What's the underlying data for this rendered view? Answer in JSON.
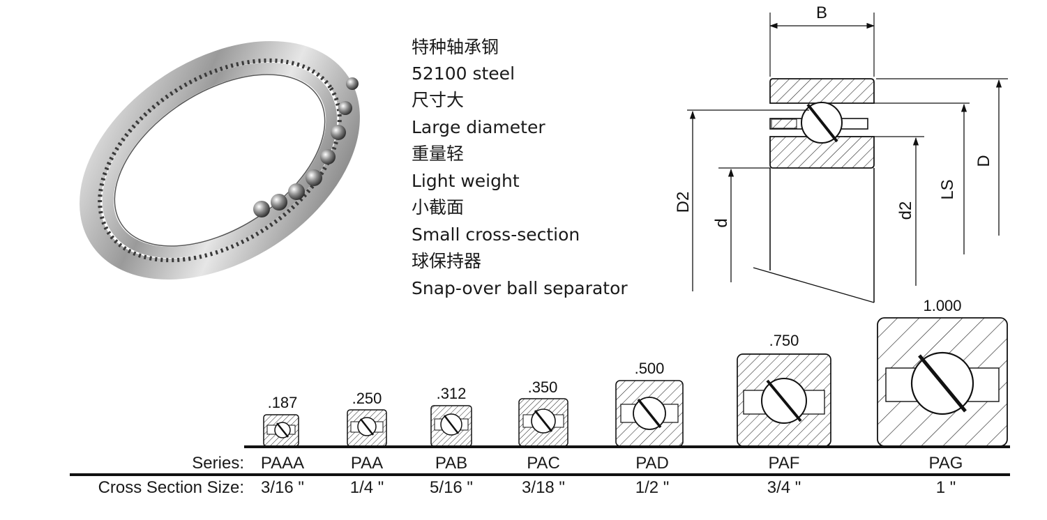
{
  "features": [
    "特种轴承钢",
    "52100  steel",
    "尺寸大",
    "Large diameter",
    "重量轻",
    "Light weight",
    "小截面",
    "Small cross-section",
    "球保持器",
    "Snap-over ball separator"
  ],
  "dimension_labels": {
    "B": "B",
    "D": "D",
    "LS": "LS",
    "D2": "D2",
    "d": "d",
    "d2": "d2"
  },
  "table": {
    "series_label": "Series:",
    "cross_label": "Cross Section Size:",
    "columns": [
      {
        "size": ".187",
        "series": "PAAA",
        "cross": "3/16 \""
      },
      {
        "size": ".250",
        "series": "PAA",
        "cross": "1/4 \""
      },
      {
        "size": ".312",
        "series": "PAB",
        "cross": "5/16 \""
      },
      {
        "size": ".350",
        "series": "PAC",
        "cross": "3/18 \""
      },
      {
        "size": ".500",
        "series": "PAD",
        "cross": "1/2 \""
      },
      {
        "size": ".750",
        "series": "PAF",
        "cross": "3/4 \""
      },
      {
        "size": "1.000",
        "series": "PAG",
        "cross": "1 \""
      }
    ]
  }
}
